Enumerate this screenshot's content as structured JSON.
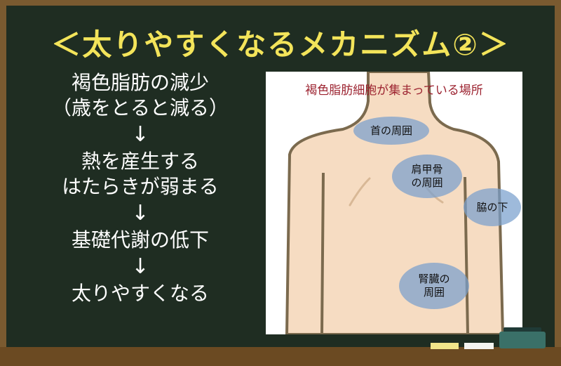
{
  "title": "＜太りやすくなるメカニズム②＞",
  "flow": {
    "step1_line1": "褐色脂肪の減少",
    "step1_line2": "（歳をとると減る）",
    "arrow1": "↓",
    "step2_line1": "熱を産生する",
    "step2_line2": "はたらきが弱まる",
    "arrow2": "↓",
    "step3": "基礎代謝の低下",
    "arrow3": "↓",
    "step4": "太りやすくなる"
  },
  "panel": {
    "title": "褐色脂肪細胞が集まっている場所",
    "spots": {
      "neck": "首の周囲",
      "scapula_line1": "肩甲骨",
      "scapula_line2": "の周囲",
      "armpit": "脇の下",
      "kidney_line1": "腎臓の",
      "kidney_line2": "周囲"
    }
  },
  "colors": {
    "chalkboard": "#1f2d22",
    "frame": "#7a5a30",
    "title": "#f3e45a",
    "panel_title": "#9c2330",
    "skin": "#f6dcc2",
    "outline": "#7b6a4e",
    "spot": "#78a0cd"
  }
}
